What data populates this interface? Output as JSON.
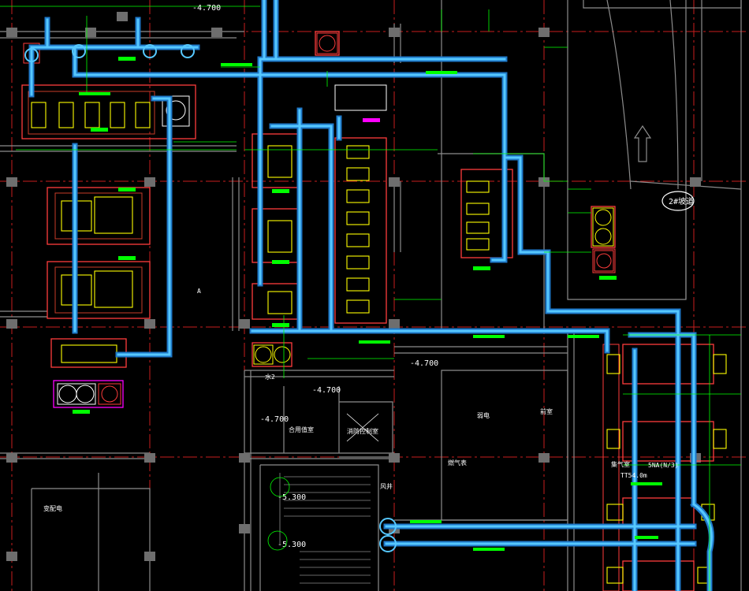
{
  "drawing": {
    "colors": {
      "background": "#000000",
      "wall": "#8c8c8c",
      "axis": "#c81e1e",
      "duct": "#56c8ff",
      "duct_edge": "#1e78c8",
      "dim": "#00ff00",
      "equipment": "#ffff00",
      "room": "#ff3c3c",
      "pad": "#c83c28",
      "magenta": "#ff00ff",
      "text": "#ffffff",
      "column": "#6e6e6e"
    },
    "elevations": {
      "top": "-4.700",
      "right_mid": "-4.700",
      "center": "-4.700",
      "left_stair": "-4.700",
      "stair_a": "-5.300",
      "stair_b": "-5.300"
    },
    "rooms": {
      "duty_room": "合用值室",
      "fire_control": "消防控制室",
      "gas_room": "燃气表",
      "weak_current": "弱电",
      "room_right_a": "前室",
      "room_right_b": "风井",
      "room_left_bottom": "变配电",
      "room_right_c": "集气室"
    },
    "annotations": {
      "ramp_label": "2#坡道",
      "axis_a": "A",
      "level_note": "TT54.0m",
      "level_note_b": "5NA(N/3)",
      "small_box_label": "水2"
    }
  }
}
